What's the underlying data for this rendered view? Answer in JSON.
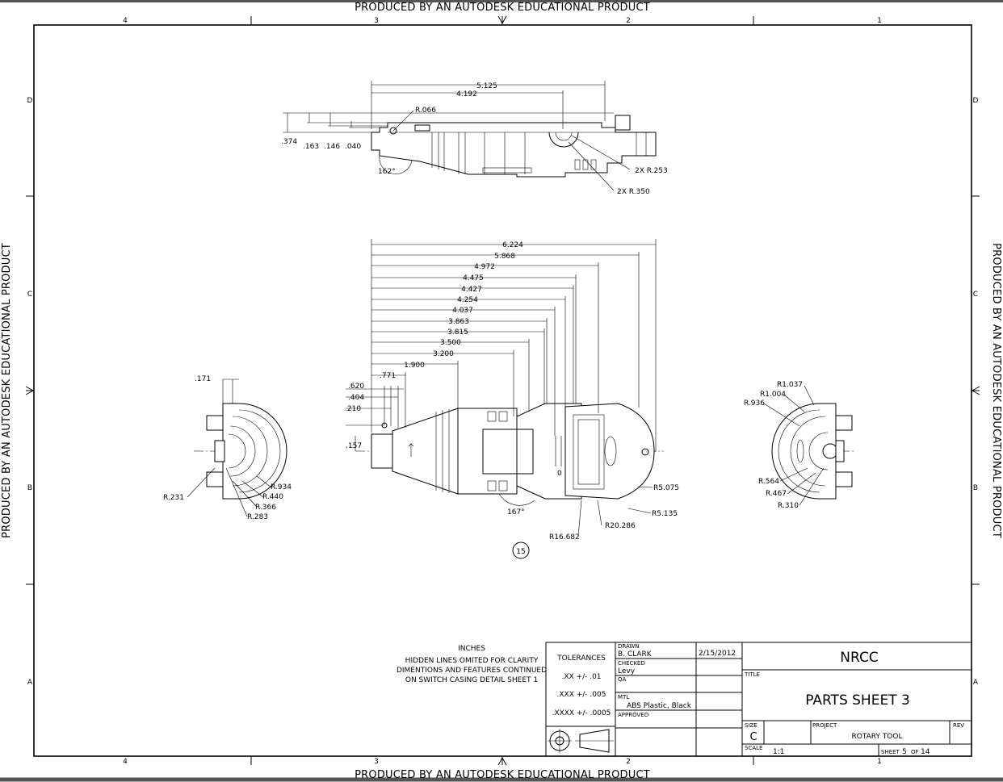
{
  "watermark": "PRODUCED BY AN AUTODESK EDUCATIONAL PRODUCT",
  "zones": {
    "columns": [
      "4",
      "3",
      "2",
      "1"
    ],
    "rows": [
      "D",
      "C",
      "B",
      "A"
    ]
  },
  "views": {
    "top": {
      "dims": [
        ".374",
        ".163",
        ".146",
        ".040",
        "R.066",
        "5.125",
        "4.192",
        "162°",
        "2X R.253",
        "2X R.350"
      ]
    },
    "front": {
      "horizontal": [
        "6.224",
        "5.868",
        "4.972",
        "4.475",
        "4.427",
        "4.254",
        "4.037",
        "3.863",
        "3.815",
        "3.500",
        "3.200",
        "1.900",
        ".771"
      ],
      "vertical": [
        ".620",
        ".404",
        ".210",
        ".157"
      ],
      "radii": [
        "R5.075",
        "R5.135",
        "R20.286",
        "R16.682",
        "167°"
      ],
      "balloon": "15",
      "mark": "0"
    },
    "left": {
      "dims": [
        ".171",
        "R.934",
        "R.440",
        "R.366",
        "R.283",
        "R.231"
      ]
    },
    "right": {
      "dims": [
        "R1.037",
        "R1.004",
        "R.936",
        "R.564",
        "R.467",
        "R.310"
      ]
    }
  },
  "notes": [
    "INCHES",
    "HIDDEN LINES OMITED FOR CLARITY",
    "DIMENTIONS AND FEATURES CONTINUED",
    "ON SWITCH CASING DETAIL SHEET 1"
  ],
  "title_block": {
    "tolerances_label": "TOLERANCES",
    "tolerances": [
      ".XX +/- .01",
      ".XXX +/- .005",
      ".XXXX +/- .0005"
    ],
    "drawn_label": "DRAWN",
    "drawn_by": "B. CLARK",
    "drawn_date": "2/15/2012",
    "checked_label": "CHECKED",
    "checked_by": "Levy",
    "qa_label": "QA",
    "mtl_label": "MTL",
    "material": "ABS Plastic, Black",
    "approved_label": "APPROVED",
    "company": "NRCC",
    "title_label": "TITLE",
    "title": "PARTS SHEET 3",
    "size_label": "SIZE",
    "size": "C",
    "project_label": "PROJECT",
    "project": "ROTARY TOOL",
    "rev_label": "REV",
    "scale_label": "SCALE",
    "scale": "1:1",
    "sheet_label": "SHEET",
    "sheet_no": "5",
    "of_label": "OF",
    "sheet_total": "14"
  }
}
